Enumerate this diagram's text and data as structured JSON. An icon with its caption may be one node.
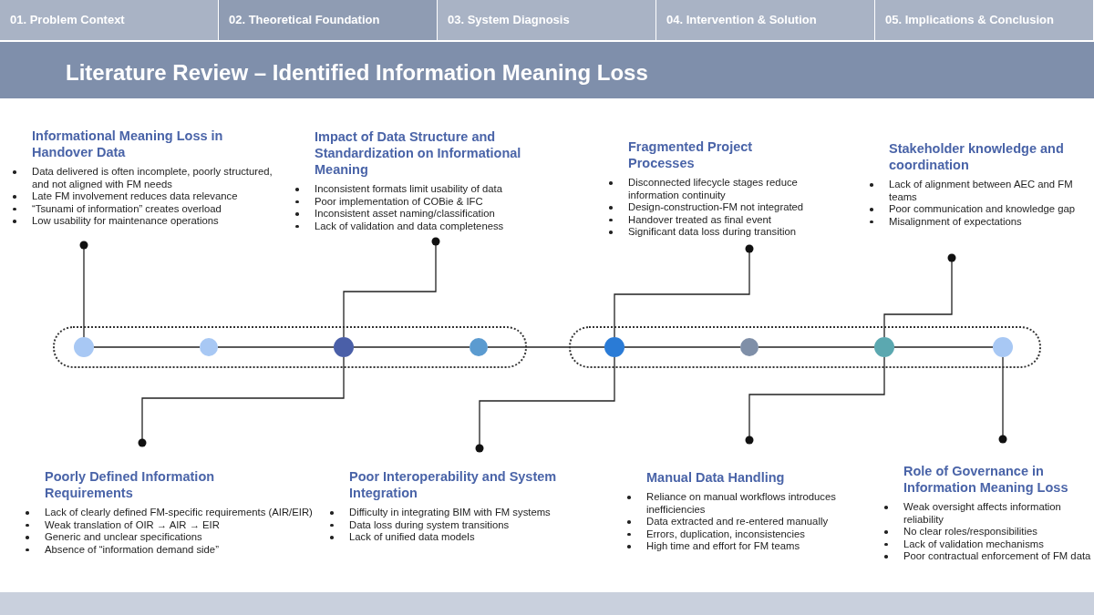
{
  "diagram": {
    "title": "Literature Review – Identified Information Meaning Loss",
    "nodes": [
      {
        "text": [
          "Informational Meaning Loss in Handover Data",
          "Data delivered is often incomplete, poorly structured, and not aligned with FM needs",
          "Late FM involvement reduces data relevance",
          "“Tsunami of information” creates overload",
          "Low usability for maintenance operations"
        ]
      },
      {
        "text": [
          "Impact of Data Structure and Standardization on Informational Meaning",
          "Inconsistent formats limit usability of data",
          "Poor implementation of COBie & IFC",
          "Inconsistent asset naming/classification",
          "Lack of validation and data completeness"
        ]
      },
      {
        "text": [
          "Fragmented Project Processes",
          "Disconnected lifecycle stages reduce information continuity",
          "Design-construction-FM not integrated",
          "Handover treated as final event",
          "Significant data loss during transition"
        ]
      },
      {
        "text": [
          "Stakeholder knowledge and coordination",
          "Lack of alignment between AEC and FM teams",
          "Poor communication and knowledge gap",
          "Misalignment of expectations"
        ]
      },
      {
        "text": [],
        "shape": "box"
      },
      {
        "text": [],
        "shape": "box"
      },
      {
        "text": [],
        "shape": "circle",
        "in": 4
      },
      {
        "text": [],
        "shape": "circle",
        "in": 4
      },
      {
        "text": [],
        "shape": "circle",
        "in": 4
      },
      {
        "text": [],
        "shape": "circle",
        "in": 4
      },
      {
        "text": [],
        "shape": "circle",
        "in": 5
      },
      {
        "text": [],
        "shape": "circle",
        "in": 5
      },
      {
        "text": [],
        "shape": "circle",
        "in": 5
      },
      {
        "text": [],
        "shape": "circle",
        "in": 5
      },
      {
        "text": [
          "Poorly Defined Information Requirements",
          "Lack of clearly defined FM-specific requirements (AIR/EIR)",
          "Weak translation of OIR → AIR → EIR",
          "Generic and unclear specifications",
          "Absence of “information demand side”"
        ]
      },
      {
        "text": [
          "Poor Interoperability and System Integration",
          "Difficulty in integrating BIM with FM systems",
          "Data loss during system transitions",
          "Lack of unified data models"
        ]
      },
      {
        "text": [
          "Manual Data Handling",
          "Reliance on manual workflows introduces inefficiencies",
          "Data extracted and re-entered manually",
          "Errors, duplication, inconsistencies",
          "High time and effort for FM teams"
        ]
      },
      {
        "text": [
          "Role of Governance in Information Meaning Loss",
          "Weak oversight affects information reliability",
          "No clear roles/responsibilities",
          "Lack of validation mechanisms",
          "Poor contractual enforcement of FM data"
        ]
      }
    ],
    "edges": [
      {
        "from": 6,
        "to": 7,
        "arrow": "none"
      },
      {
        "from": 7,
        "to": 8,
        "arrow": "none"
      },
      {
        "from": 8,
        "to": 9,
        "arrow": "none"
      },
      {
        "from": 9,
        "to": 10,
        "arrow": "none"
      },
      {
        "from": 10,
        "to": 11,
        "arrow": "none"
      },
      {
        "from": 11,
        "to": 12,
        "arrow": "none"
      },
      {
        "from": 12,
        "to": 13,
        "arrow": "none"
      },
      {
        "from": 6,
        "to": 0,
        "arrow": "other"
      },
      {
        "from": 8,
        "to": 1,
        "arrow": "other"
      },
      {
        "from": 10,
        "to": 2,
        "arrow": "other"
      },
      {
        "from": 12,
        "to": 3,
        "arrow": "other"
      },
      {
        "from": 8,
        "to": 14,
        "arrow": "other"
      },
      {
        "from": 10,
        "to": 15,
        "arrow": "other"
      },
      {
        "from": 12,
        "to": 16,
        "arrow": "other"
      },
      {
        "from": 13,
        "to": 17,
        "arrow": "other"
      }
    ],
    "labels": [
      "01. Problem Context",
      "02. Theoretical Foundation",
      "03. System Diagnosis",
      "04. Intervention & Solution",
      "05. Implications & Conclusion"
    ]
  }
}
